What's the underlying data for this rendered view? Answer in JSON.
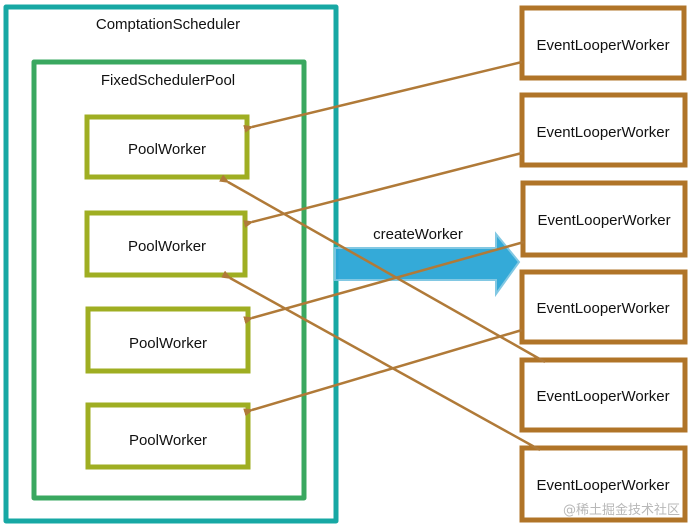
{
  "diagram": {
    "outer": {
      "label": "ComptationScheduler",
      "color": "#17a8a4"
    },
    "pool": {
      "label": "FixedSchedulerPool",
      "color": "#3aa860"
    },
    "pool_workers": [
      {
        "label": "PoolWorker"
      },
      {
        "label": "PoolWorker"
      },
      {
        "label": "PoolWorker"
      },
      {
        "label": "PoolWorker"
      }
    ],
    "pool_worker_color": "#9fae22",
    "event_workers": [
      {
        "label": "EventLooperWorker"
      },
      {
        "label": "EventLooperWorker"
      },
      {
        "label": "EventLooperWorker"
      },
      {
        "label": "EventLooperWorker"
      },
      {
        "label": "EventLooperWorker"
      },
      {
        "label": "EventLooperWorker"
      }
    ],
    "event_worker_color": "#b07428",
    "connector_color": "#b07a38",
    "big_arrow": {
      "label": "createWorker",
      "color": "#2aa6d6"
    },
    "connections": [
      {
        "from_event": 0,
        "to_pool": 0
      },
      {
        "from_event": 1,
        "to_pool": 1
      },
      {
        "from_event": 2,
        "to_pool": 2
      },
      {
        "from_event": 3,
        "to_pool": 3
      },
      {
        "from_event": 4,
        "to_pool": 0
      },
      {
        "from_event": 5,
        "to_pool": 1
      }
    ],
    "watermark": "@稀土掘金技术社区"
  }
}
